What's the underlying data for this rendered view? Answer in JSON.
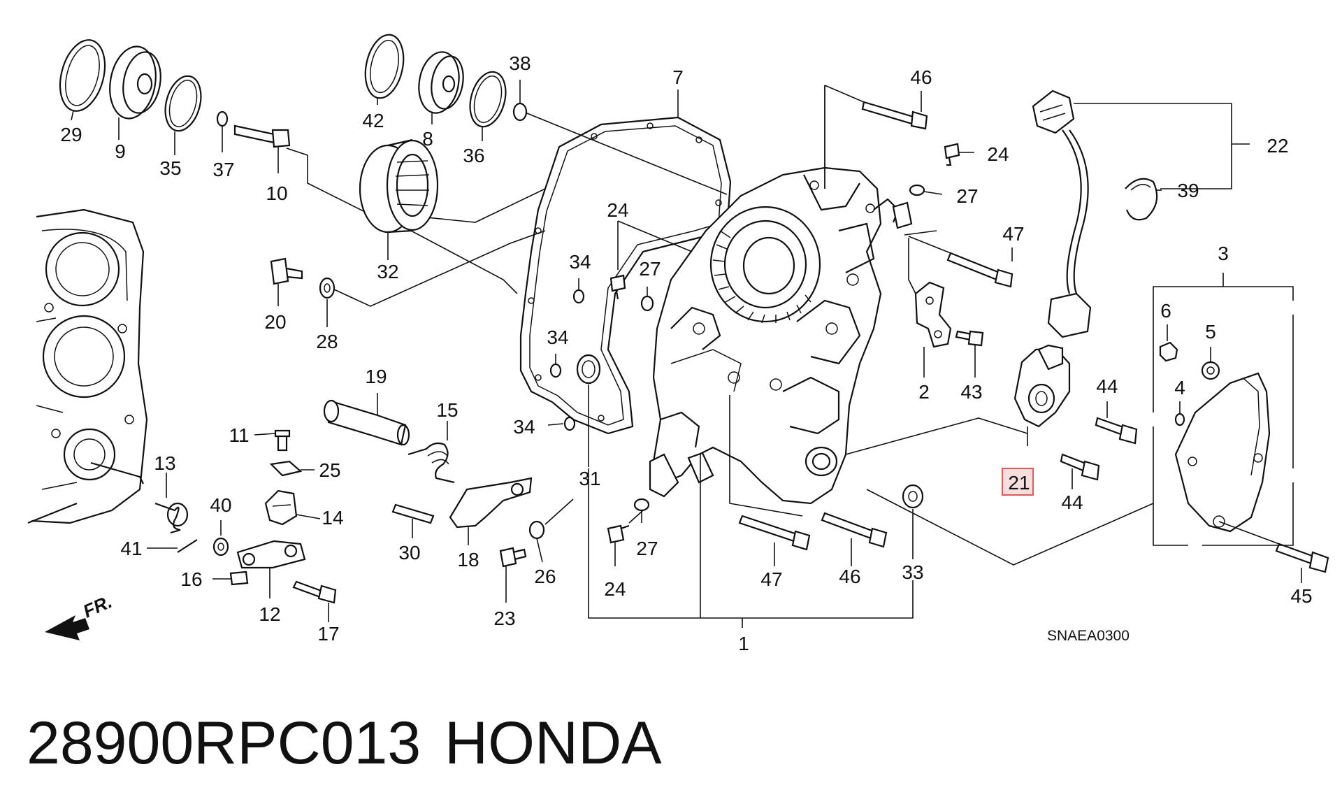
{
  "callouts": [
    {
      "id": "c29",
      "text": "29"
    },
    {
      "id": "c9",
      "text": "9"
    },
    {
      "id": "c35",
      "text": "35"
    },
    {
      "id": "c37",
      "text": "37"
    },
    {
      "id": "c10",
      "text": "10"
    },
    {
      "id": "c42",
      "text": "42"
    },
    {
      "id": "c8",
      "text": "8"
    },
    {
      "id": "c36",
      "text": "36"
    },
    {
      "id": "c38",
      "text": "38"
    },
    {
      "id": "c7",
      "text": "7"
    },
    {
      "id": "c32",
      "text": "32"
    },
    {
      "id": "c24a",
      "text": "24"
    },
    {
      "id": "c34a",
      "text": "34"
    },
    {
      "id": "c27a",
      "text": "27"
    },
    {
      "id": "c20",
      "text": "20"
    },
    {
      "id": "c28",
      "text": "28"
    },
    {
      "id": "c34b",
      "text": "34"
    },
    {
      "id": "c19",
      "text": "19"
    },
    {
      "id": "c15",
      "text": "15"
    },
    {
      "id": "c11",
      "text": "11"
    },
    {
      "id": "c25",
      "text": "25"
    },
    {
      "id": "c13",
      "text": "13"
    },
    {
      "id": "c34c",
      "text": "34"
    },
    {
      "id": "c31",
      "text": "31"
    },
    {
      "id": "c14",
      "text": "14"
    },
    {
      "id": "c40",
      "text": "40"
    },
    {
      "id": "c41",
      "text": "41"
    },
    {
      "id": "c30",
      "text": "30"
    },
    {
      "id": "c18",
      "text": "18"
    },
    {
      "id": "c26",
      "text": "26"
    },
    {
      "id": "c16",
      "text": "16"
    },
    {
      "id": "c12",
      "text": "12"
    },
    {
      "id": "c17",
      "text": "17"
    },
    {
      "id": "c23",
      "text": "23"
    },
    {
      "id": "c27b",
      "text": "27"
    },
    {
      "id": "c24b",
      "text": "24"
    },
    {
      "id": "c1",
      "text": "1"
    },
    {
      "id": "c47a",
      "text": "47"
    },
    {
      "id": "c46a",
      "text": "46"
    },
    {
      "id": "c33",
      "text": "33"
    },
    {
      "id": "c46b",
      "text": "46"
    },
    {
      "id": "c24c",
      "text": "24"
    },
    {
      "id": "c27c",
      "text": "27"
    },
    {
      "id": "c47b",
      "text": "47"
    },
    {
      "id": "c2",
      "text": "2"
    },
    {
      "id": "c43",
      "text": "43"
    },
    {
      "id": "c22",
      "text": "22"
    },
    {
      "id": "c39",
      "text": "39"
    },
    {
      "id": "c3",
      "text": "3"
    },
    {
      "id": "c6",
      "text": "6"
    },
    {
      "id": "c5",
      "text": "5"
    },
    {
      "id": "c4",
      "text": "4"
    },
    {
      "id": "c44a",
      "text": "44"
    },
    {
      "id": "c21",
      "text": "21"
    },
    {
      "id": "c44b",
      "text": "44"
    },
    {
      "id": "c45",
      "text": "45"
    }
  ],
  "highlighted_callout": "21",
  "direction_label": "FR.",
  "diagram_code": "SNAEA0300",
  "footer": {
    "part_number": "28900RPC013",
    "brand": "HONDA"
  },
  "colors": {
    "line": "#111111",
    "highlight_border": "#e05a5a",
    "highlight_fill": "#f7dede",
    "background": "#ffffff"
  }
}
